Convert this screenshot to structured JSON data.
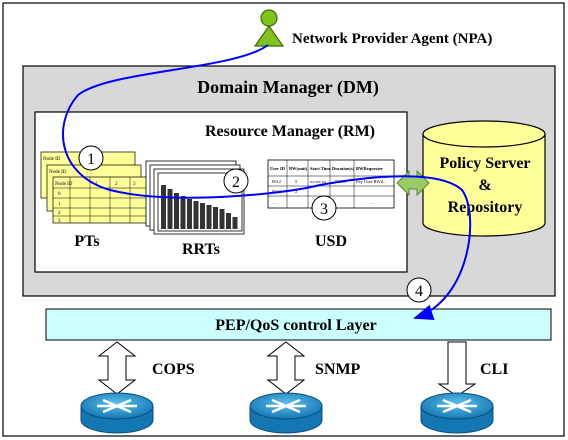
{
  "npa": {
    "label": "Network Provider Agent (NPA)"
  },
  "dm": {
    "label": "Domain Manager (DM)"
  },
  "rm": {
    "label": "Resource Manager (RM)"
  },
  "policy_server": {
    "line1": "Policy Server",
    "line2": "&",
    "line3": "Repository"
  },
  "components": {
    "pts": "PTs",
    "rrts": "RRTs",
    "usd": "USD"
  },
  "pep_layer": {
    "label": "PEP/QoS control Layer"
  },
  "protocols": {
    "cops": "COPS",
    "snmp": "SNMP",
    "cli": "CLI"
  },
  "steps": [
    "1",
    "2",
    "3",
    "4"
  ],
  "pt_table": {
    "node_id": "Node ID",
    "cells": [
      "1",
      "2",
      "3",
      "4",
      "0",
      "1",
      "2",
      "3"
    ]
  },
  "usd_table": {
    "headers": [
      "User ID",
      "BW(unit)",
      "Start Time",
      "Duration(s)",
      "BWRequester"
    ],
    "rows": [
      [
        "0012",
        "5",
        "xx:xx:xx",
        "7200s",
        "Pay User BWd.."
      ],
      [
        "0013",
        "2",
        "",
        "3",
        ""
      ],
      [
        "...",
        "",
        "",
        "",
        "..."
      ]
    ]
  },
  "colors": {
    "outer_bg": "#d8d8d8",
    "cylinder": "#ffff99",
    "pep_bar": "#ccffff",
    "flow_line": "#0000ff",
    "exchange_arrow": "#99cc66",
    "router": "#1a8fc8",
    "npa_person": "#7fc31c",
    "pt_table": "#ffff99"
  }
}
